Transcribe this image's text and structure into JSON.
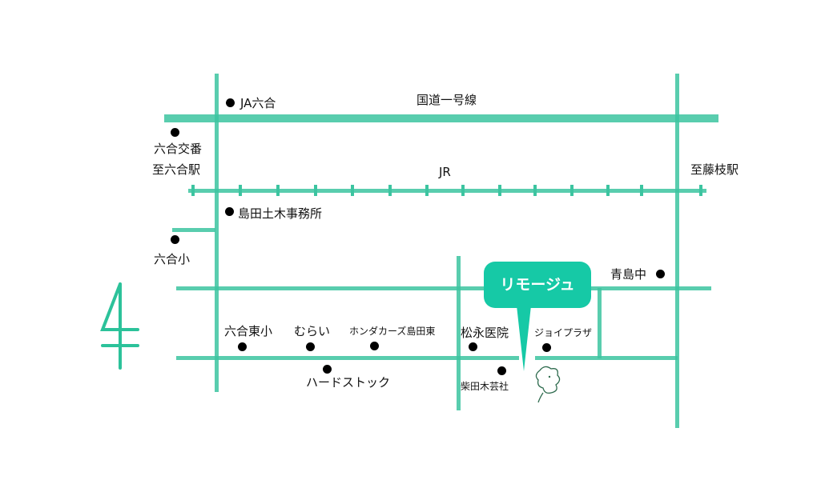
{
  "roads": {
    "route1": "国道一号線",
    "jr": "JR"
  },
  "directions": {
    "to_rokugo_station": "至六合駅",
    "to_fujieda_station": "至藤枝駅"
  },
  "landmarks": {
    "ja_rokugo": "JA六合",
    "rokugo_koban": "六合交番",
    "shimada_doboku": "島田土木事務所",
    "rokugo_sho": "六合小",
    "aoshima_chu": "青島中",
    "rokugo_higashi_sho": "六合東小",
    "murai": "むらい",
    "honda_cars": "ホンダカーズ島田東",
    "matsunaga_clinic": "松永医院",
    "joy_plaza": "ジョイプラザ",
    "hard_stock": "ハードストック",
    "shibata_mokugeisha": "柴田木芸社"
  },
  "destination": {
    "label": "リモージュ",
    "color": "#16c9a6"
  },
  "road_color": "#3cc4a0"
}
